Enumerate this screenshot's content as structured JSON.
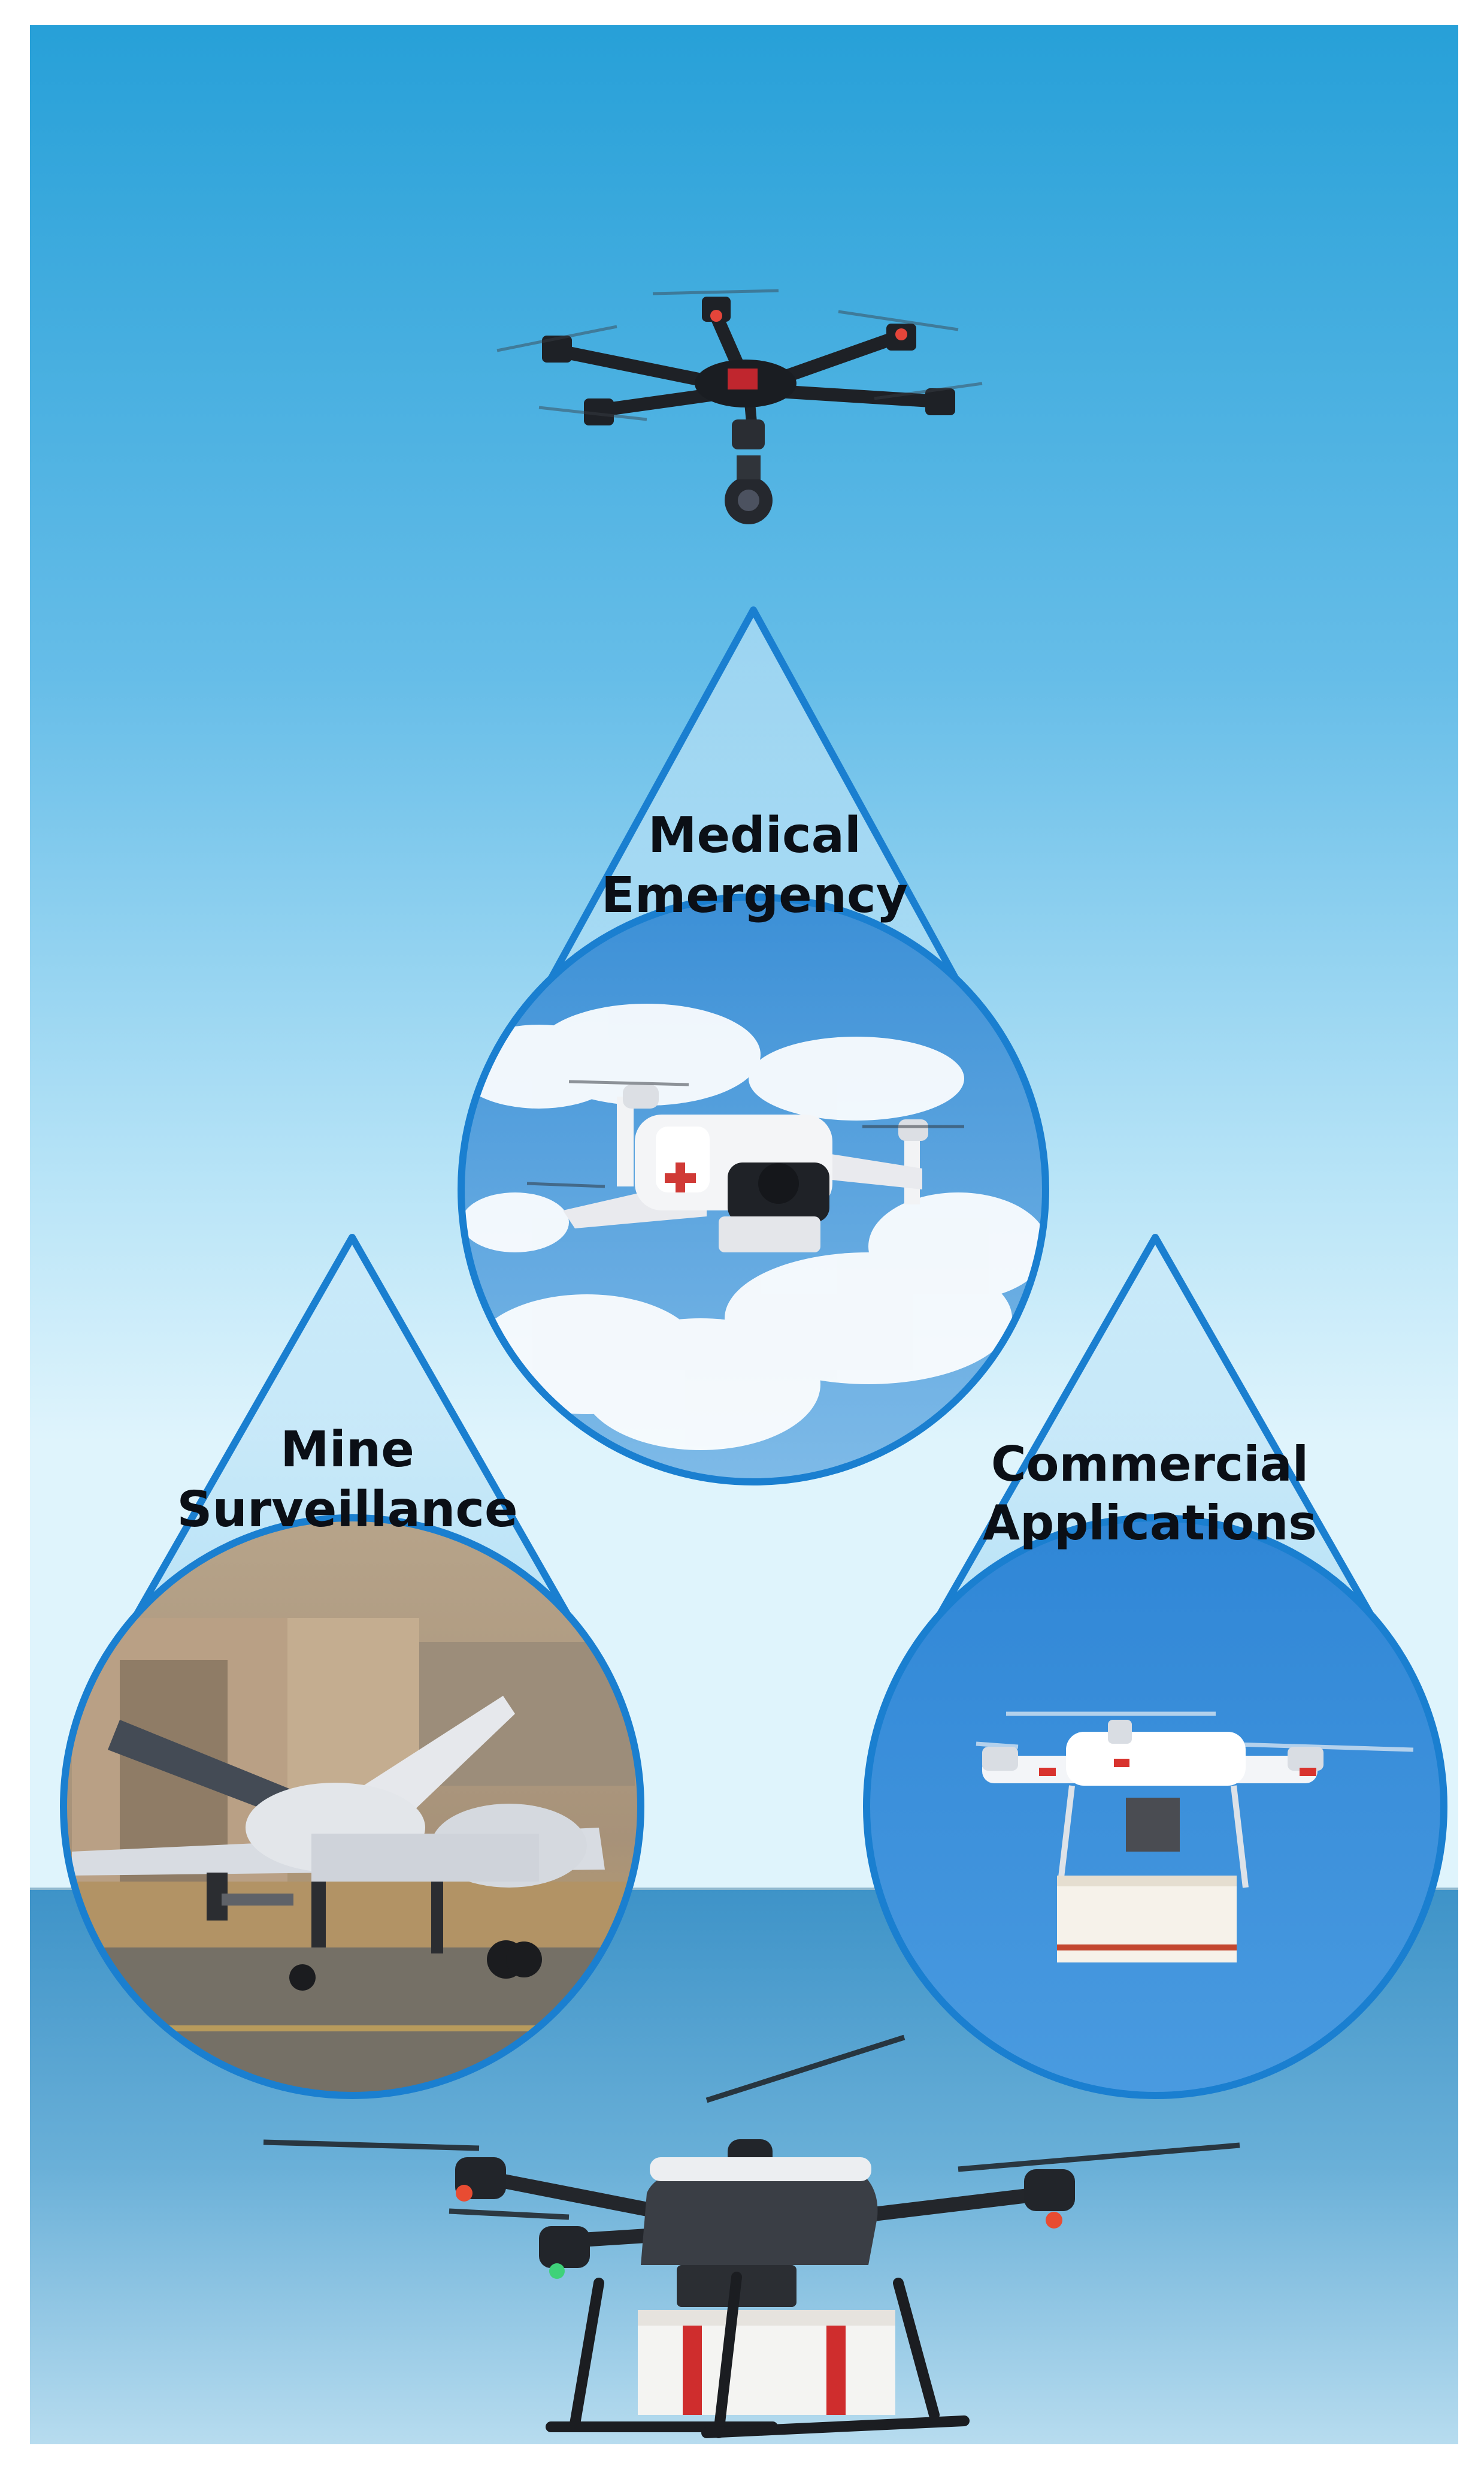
{
  "diagram": {
    "drops": [
      {
        "id": "medical",
        "lines": [
          "Medical",
          "Emergency"
        ]
      },
      {
        "id": "mine",
        "lines": [
          "Mine",
          "Surveillance"
        ]
      },
      {
        "id": "commercial",
        "lines": [
          "Commercial",
          "Applications"
        ]
      }
    ]
  },
  "colors": {
    "sky_top": "#2aa0d8",
    "sky_mid": "#8fd0f0",
    "sky_light": "#d6f1fb",
    "sea": "#4f9fcf",
    "drop_border": "#1a7fd0",
    "drop_fill": "#bfe5f7",
    "text": "#0b0f16"
  }
}
